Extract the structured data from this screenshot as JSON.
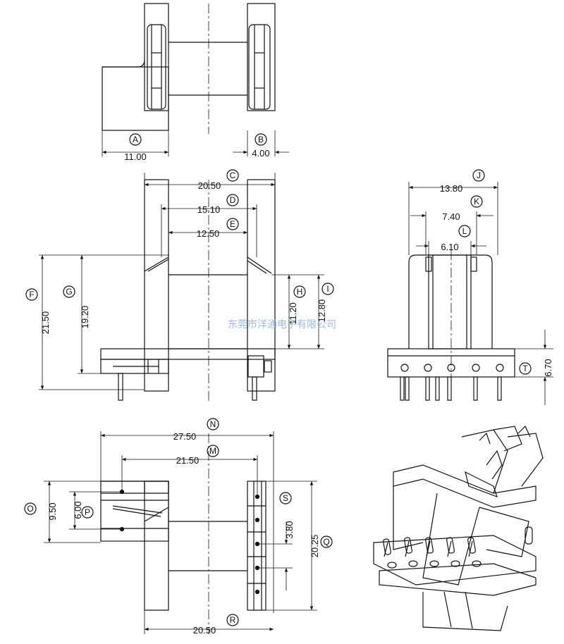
{
  "dims": {
    "A": "11.00",
    "B": "4.00",
    "C": "20.50",
    "D": "15.10",
    "E": "12.50",
    "F": "21.50",
    "G": "19.20",
    "H": "11.20",
    "I": "12.80",
    "J": "13.80",
    "K": "7.40",
    "L": "6.10",
    "T": "6.70",
    "N": "27.50",
    "M": "21.50",
    "O": "9.50",
    "P": "6.00",
    "S": "3.80",
    "Q": "20.25",
    "R": "20.50"
  },
  "labels": {
    "A": "A",
    "B": "B",
    "C": "C",
    "D": "D",
    "E": "E",
    "F": "F",
    "G": "G",
    "H": "H",
    "I": "I",
    "J": "J",
    "K": "K",
    "L": "L",
    "T": "T",
    "N": "N",
    "M": "M",
    "O": "O",
    "P": "P",
    "S": "S",
    "Q": "Q",
    "R": "R"
  },
  "watermark": "东莞市洋通电子有限公司",
  "colors": {
    "line": "#111111",
    "watermark": "#9db8e6"
  }
}
